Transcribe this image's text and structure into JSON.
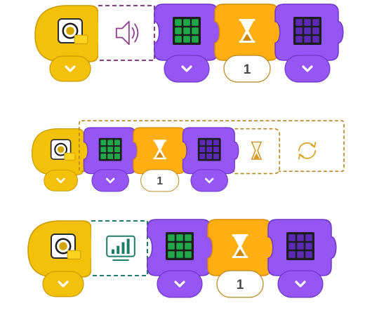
{
  "colors": {
    "event_yellow": "#F4C10A",
    "event_yellow_dark": "#C99A00",
    "light_purple": "#9656F4",
    "light_purple_dark": "#6C36C8",
    "control_orange": "#FFAF12",
    "control_orange_dark": "#D88A00",
    "sound_outline": "#8E3C8E",
    "music_outline": "#B8861E",
    "display_outline": "#1E7C6A",
    "grid_green": "#1FA84A",
    "grid_dark_purple": "#5B2BB5"
  },
  "programs": [
    {
      "start_block": {
        "icon": "hub-button-icon"
      },
      "slot_block": {
        "icon": "speaker-icon"
      },
      "blocks": [
        {
          "kind": "light-matrix-block",
          "icon": "green-grid-icon"
        },
        {
          "kind": "wait-block",
          "icon": "hourglass-icon",
          "value": "1"
        },
        {
          "kind": "light-off-block",
          "icon": "purple-grid-icon"
        }
      ]
    },
    {
      "start_block": {
        "icon": "hub-button-icon"
      },
      "loop_block": {
        "icon": "repeat-icon",
        "inner_slot_icon": "hourglass-icon"
      },
      "blocks": [
        {
          "kind": "light-matrix-block",
          "icon": "green-grid-icon"
        },
        {
          "kind": "wait-block",
          "icon": "hourglass-icon",
          "value": "1"
        },
        {
          "kind": "light-off-block",
          "icon": "purple-grid-icon"
        }
      ]
    },
    {
      "start_block": {
        "icon": "hub-button-icon"
      },
      "slot_block": {
        "icon": "bar-chart-icon"
      },
      "blocks": [
        {
          "kind": "light-matrix-block",
          "icon": "green-grid-icon"
        },
        {
          "kind": "wait-block",
          "icon": "hourglass-icon",
          "value": "1"
        },
        {
          "kind": "light-off-block",
          "icon": "purple-grid-icon"
        }
      ]
    }
  ]
}
